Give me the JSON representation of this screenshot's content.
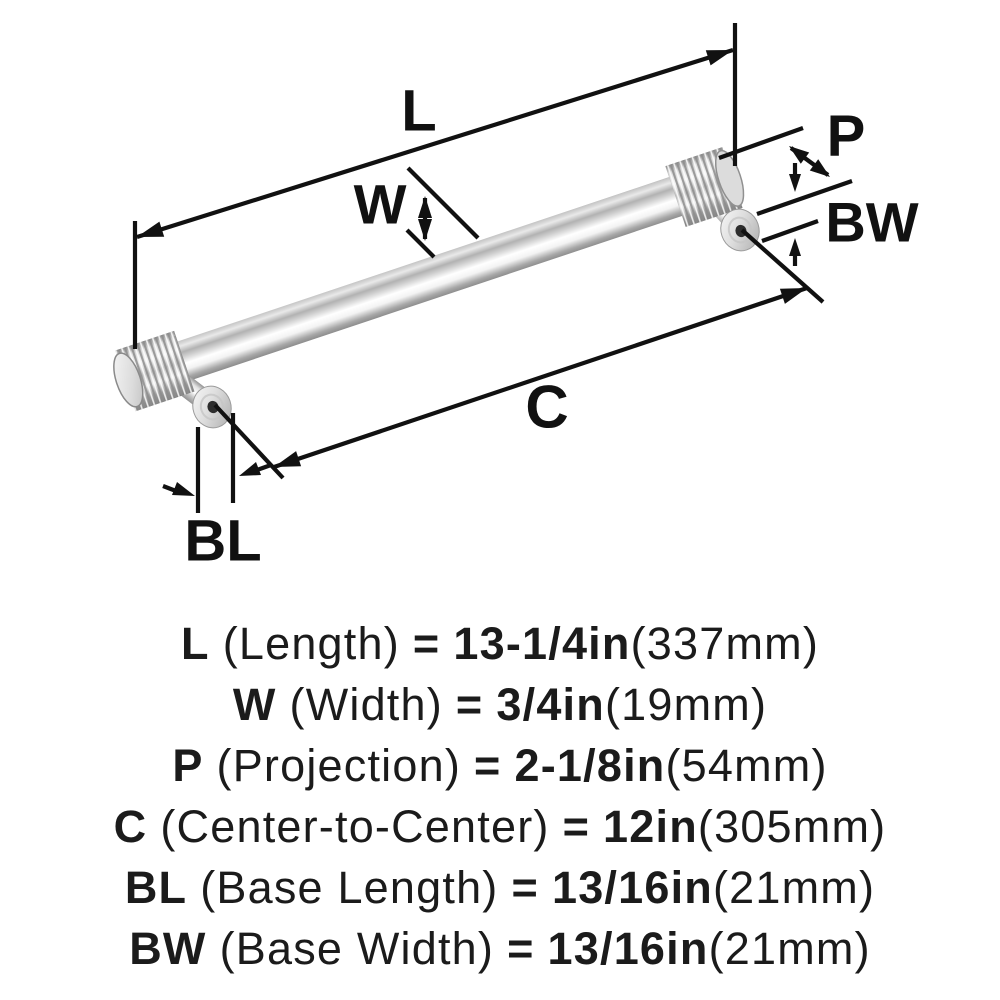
{
  "diagram": {
    "labels": {
      "l": "L",
      "w": "W",
      "p": "P",
      "bw": "BW",
      "c": "C",
      "bl": "BL"
    }
  },
  "specs": {
    "rows": [
      {
        "abbr": "L",
        "name": "(Length)",
        "eq": "=",
        "value": "13-1/4in",
        "metric": "(337mm)"
      },
      {
        "abbr": "W",
        "name": "(Width)",
        "eq": "=",
        "value": "3/4in",
        "metric": "(19mm)"
      },
      {
        "abbr": "P",
        "name": "(Projection)",
        "eq": "=",
        "value": "2-1/8in",
        "metric": "(54mm)"
      },
      {
        "abbr": "C",
        "name": "(Center-to-Center)",
        "eq": "=",
        "value": "12in",
        "metric": "(305mm)"
      },
      {
        "abbr": "BL",
        "name": "(Base Length)",
        "eq": "=",
        "value": "13/16in",
        "metric": "(21mm)"
      },
      {
        "abbr": "BW",
        "name": "(Base Width)",
        "eq": "=",
        "value": "13/16in",
        "metric": "(21mm)"
      }
    ]
  },
  "colors": {
    "background": "#ffffff",
    "dimension_line": "#111111",
    "text": "#1b1b1b",
    "metal_highlight": "#ffffff",
    "metal_mid": "#c6c6c6",
    "metal_dark": "#8a8a8a"
  }
}
